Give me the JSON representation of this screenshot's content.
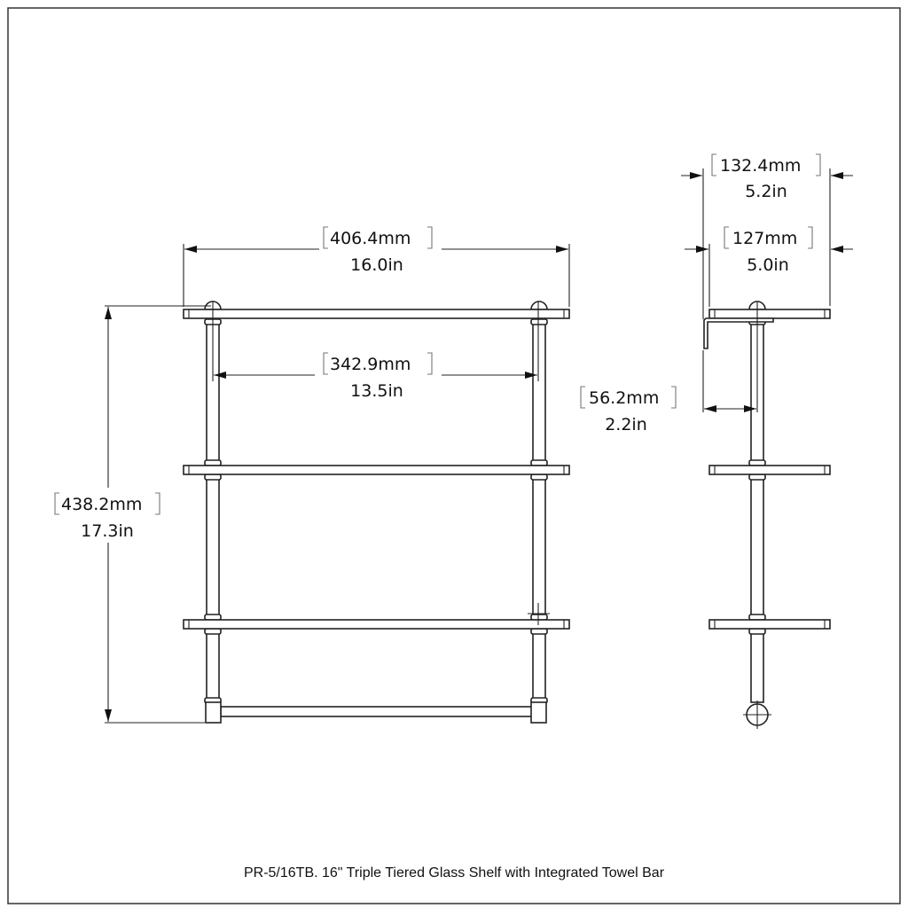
{
  "caption": "PR-5/16TB. 16\" Triple Tiered Glass Shelf with Integrated Towel Bar",
  "front_view": {
    "overall_width": {
      "mm": "406.4mm",
      "in": "16.0in"
    },
    "post_spacing": {
      "mm": "342.9mm",
      "in": "13.5in"
    },
    "overall_height": {
      "mm": "438.2mm",
      "in": "17.3in"
    }
  },
  "side_view": {
    "overall_depth": {
      "mm": "132.4mm",
      "in": "5.2in"
    },
    "shelf_depth": {
      "mm": "127mm",
      "in": "5.0in"
    },
    "wall_to_post": {
      "mm": "56.2mm",
      "in": "2.2in"
    }
  }
}
